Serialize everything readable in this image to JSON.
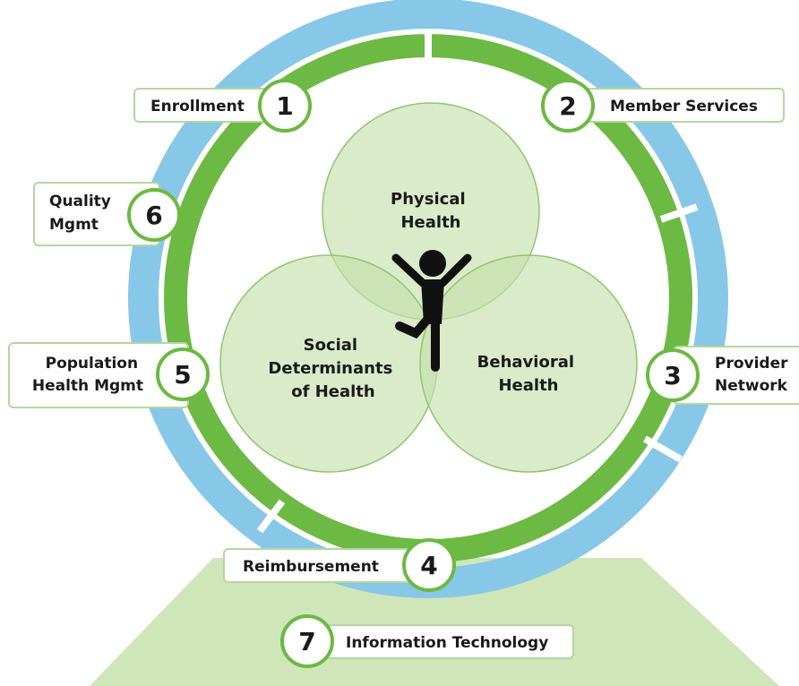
{
  "center": {
    "physical": [
      "Physical",
      "Health"
    ],
    "behavioral": [
      "Behavioral",
      "Health"
    ],
    "social": [
      "Social",
      "Determinants",
      "of Health"
    ]
  },
  "functions": {
    "enrollment": {
      "number": "1",
      "label": "Enrollment"
    },
    "member_services": {
      "number": "2",
      "label": "Member Services"
    },
    "provider_network": {
      "number": "3",
      "label": [
        "Provider",
        "Network"
      ]
    },
    "reimbursement": {
      "number": "4",
      "label": "Reimbursement"
    },
    "population_health": {
      "number": "5",
      "label": [
        "Population",
        "Health Mgmt"
      ]
    },
    "quality": {
      "number": "6",
      "label": [
        "Quality",
        "Mgmt"
      ]
    },
    "information_technology": {
      "number": "7",
      "label": "Information Technology"
    }
  },
  "colors": {
    "outer_ring": "#87c8e8",
    "inner_ring": "#6cb943",
    "circle_fill": "#d6e9c4",
    "circle_stroke": "#8fc672",
    "platform": "#cfe6b8",
    "badge_stroke": "#6cb943",
    "tag_border": "#b4d79d",
    "figure": "#111111"
  }
}
